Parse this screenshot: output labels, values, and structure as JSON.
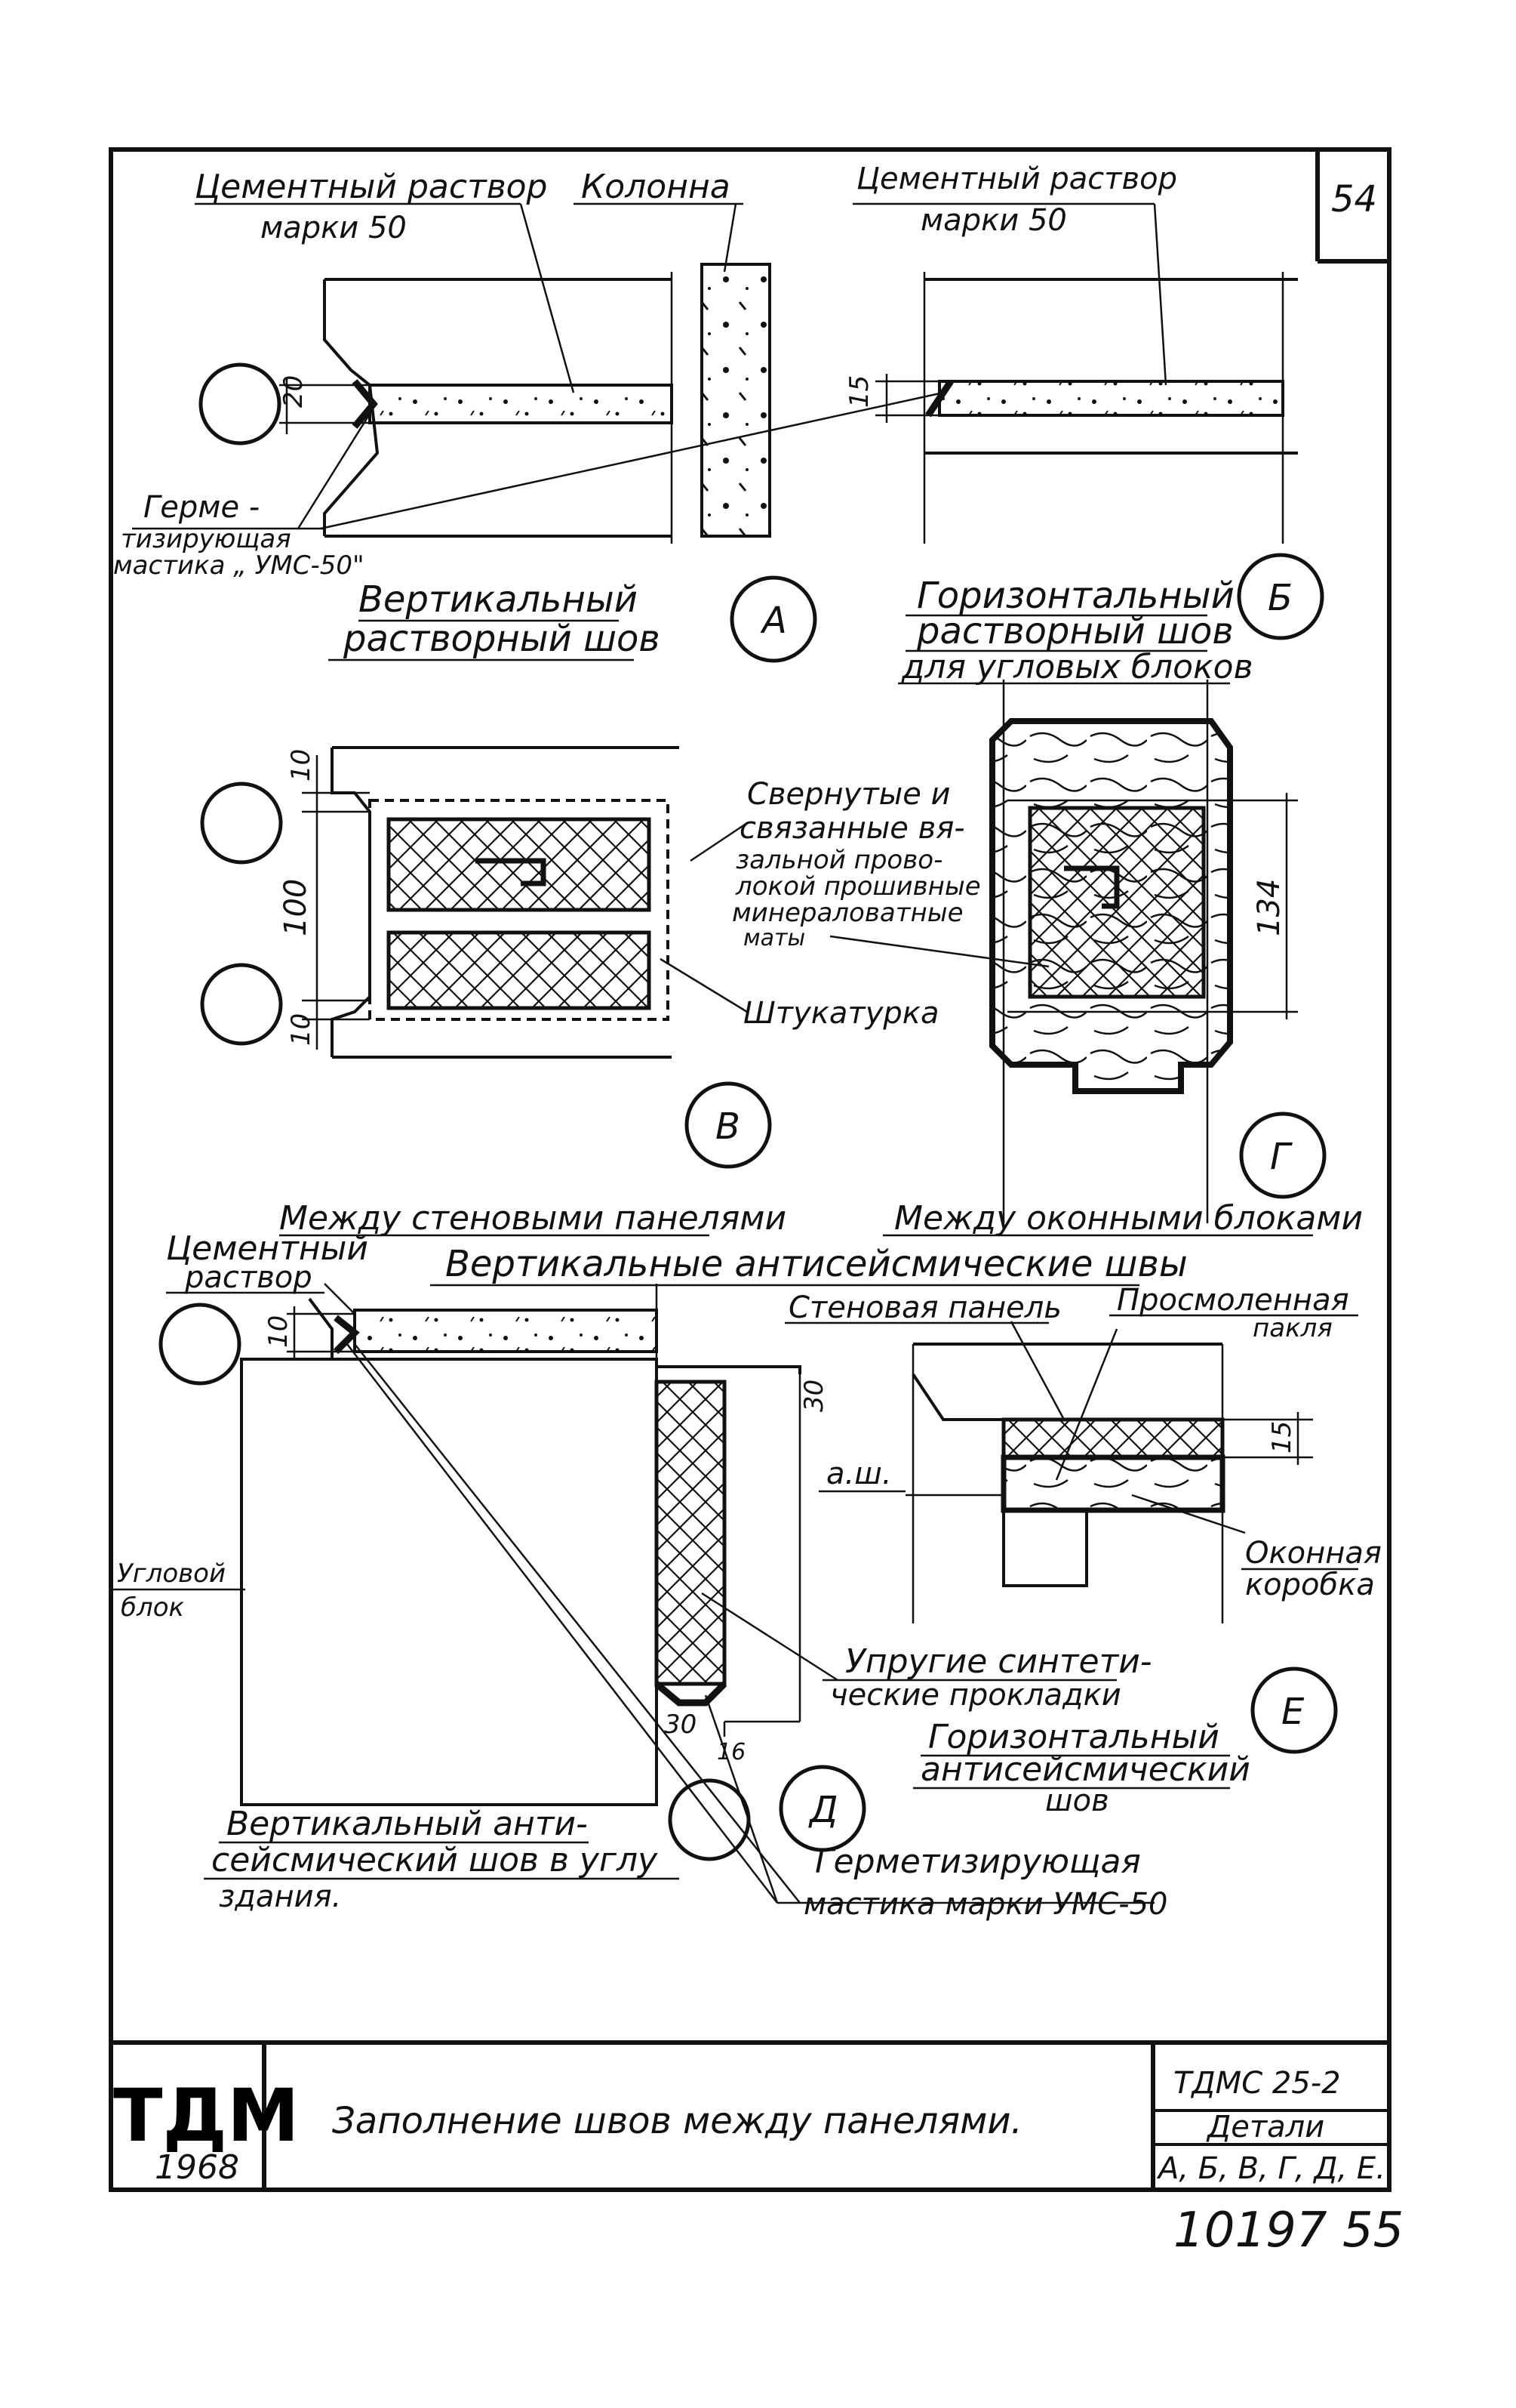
{
  "sheet_number": "54",
  "labels": {
    "cement_mortar_a": "Цементный раствор",
    "grade50_a": "марки 50",
    "column": "Колонна",
    "cement_mortar_b": "Цементный раствор",
    "grade50_b": "марки 50",
    "sealant_1": "Герме -",
    "sealant_2": "тизирующая",
    "sealant_3": "мастика „ УМС-50\"",
    "title_a_1": "Вертикальный",
    "title_a_2": "растворный шов",
    "title_b_1": "Горизонтальный",
    "title_b_2": "растворный шов",
    "title_b_3": "для угловых блоков",
    "rolled_1": "Свернутые и",
    "rolled_2": "связанные вя-",
    "rolled_3": "зальной прово-",
    "rolled_4": "локой прошивные",
    "rolled_5": "минераловатные",
    "rolled_6": "маты",
    "plaster": "Штукатурка",
    "between_panels": "Между стеновыми панелями",
    "between_windows": "Между оконными блоками",
    "vertical_seismic": "Вертикальные антисейсмические швы",
    "cement_d_1": "Цементный",
    "cement_d_2": "раствор",
    "wall_panel": "Стеновая панель",
    "tow_1": "Просмоленная",
    "tow_2": "пакля",
    "aw": "а.ш.",
    "window_box_1": "Оконная",
    "window_box_2": "коробка",
    "corner_block_1": "Угловой",
    "corner_block_2": "блок",
    "elastic_1": "Упругие синтети-",
    "elastic_2": "ческие прокладки",
    "title_e_1": "Горизонтальный",
    "title_e_2": "антисейсмический",
    "title_e_3": "шов",
    "title_d_1": "Вертикальный анти-",
    "title_d_2": "сейсмический шов в углу",
    "title_d_3": "здания.",
    "sealant_d_1": "Герметизирующая",
    "sealant_d_2": "мастика марки УМС-50"
  },
  "dims": {
    "a20": "20",
    "b15": "15",
    "v10a": "10",
    "v100": "100",
    "v10b": "10",
    "g134": "134",
    "d10": "10",
    "d30a": "30",
    "d30b": "30",
    "d16": "16",
    "e15": "15"
  },
  "markers": {
    "a": "А",
    "b": "Б",
    "v": "В",
    "g": "Г",
    "d": "Д",
    "e": "Е"
  },
  "title_block": {
    "org": "ТДМ",
    "year": "1968",
    "title": "Заполнение швов между панелями.",
    "code": "ТДМС 25-2",
    "details_1": "Детали",
    "details_2": "А, Б, В, Г, Д, Е."
  },
  "page_code": "10197 55"
}
